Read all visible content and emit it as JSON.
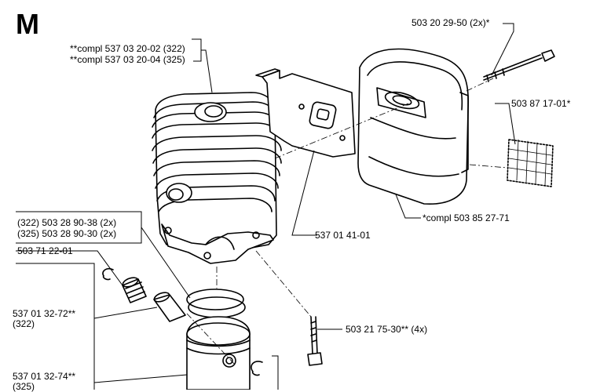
{
  "section_letter": "M",
  "labels": {
    "cylinder_l1": "**compl 537 03 20-02 (322)",
    "cylinder_l2": "**compl 537 03 20-04 (325)",
    "bolt_top": "503 20 29-50 (2x)*",
    "screen": "503 87 17-01*",
    "muffler": "*compl 503 85 27-71",
    "gasket_plate": "537 01 41-01",
    "rings_l1": "(322) 503 28 90-38 (2x)",
    "rings_l2": "(325) 503 28 90-30 (2x)",
    "bearing": "503 71 22-01",
    "bolt_bottom": "503 21 75-30** (4x)",
    "pin_l1": "537 01 32-72**",
    "pin_l2": "(322)",
    "piston_l1": "537 01 32-74**",
    "piston_l2": "(325)"
  }
}
